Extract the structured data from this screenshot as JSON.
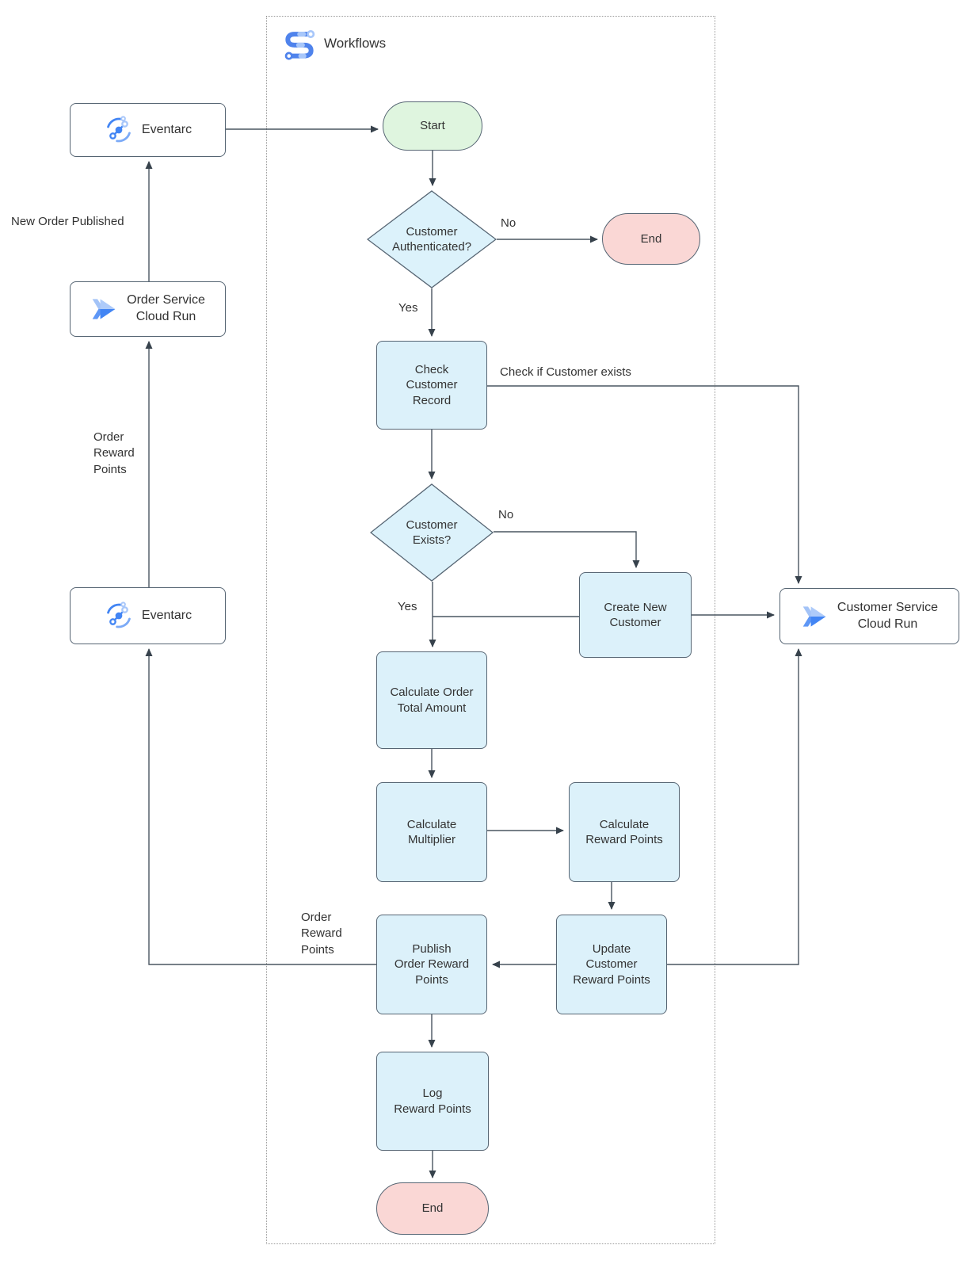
{
  "diagram": {
    "title": "Workflows",
    "title_icon": "workflows-icon",
    "nodes": {
      "eventarc_top": {
        "label": "Eventarc",
        "icon": "eventarc-icon"
      },
      "order_service": {
        "label": "Order Service\nCloud Run",
        "icon": "cloud-run-icon"
      },
      "eventarc_bottom": {
        "label": "Eventarc",
        "icon": "eventarc-icon"
      },
      "customer_service": {
        "label": "Customer Service\nCloud Run",
        "icon": "cloud-run-icon"
      },
      "start": {
        "label": "Start"
      },
      "customer_authenticated": {
        "label": "Customer\nAuthenticated?"
      },
      "end_top": {
        "label": "End"
      },
      "check_customer_record": {
        "label": "Check\nCustomer\nRecord"
      },
      "customer_exists": {
        "label": "Customer\nExists?"
      },
      "create_new_customer": {
        "label": "Create New\nCustomer"
      },
      "calculate_order_total": {
        "label": "Calculate Order\nTotal Amount"
      },
      "calculate_multiplier": {
        "label": "Calculate\nMultiplier"
      },
      "calculate_reward_points": {
        "label": "Calculate\nReward Points"
      },
      "update_customer_reward_points": {
        "label": "Update\nCustomer\nReward Points"
      },
      "publish_order_reward_points": {
        "label": "Publish\nOrder Reward\nPoints"
      },
      "log_reward_points": {
        "label": "Log\nReward Points"
      },
      "end_bottom": {
        "label": "End"
      }
    },
    "edge_labels": {
      "new_order_published": "New Order Published",
      "order_reward_points_left": "Order\nReward\nPoints",
      "order_reward_points_right": "Order\nReward\nPoints",
      "check_if_customer_exists": "Check if Customer exists",
      "no_auth": "No",
      "yes_auth": "Yes",
      "no_exists": "No",
      "yes_exists": "Yes"
    },
    "colors": {
      "process_fill": "#dcf1fa",
      "decision_fill": "#dcf2fb",
      "start_fill": "#dff5df",
      "end_fill": "#fad7d5",
      "service_fill": "#ffffff",
      "node_border": "#566573",
      "arrow": "#4a5661",
      "text": "#333333",
      "container_border": "#9a9a9a",
      "brand_blue": "#4285f4",
      "brand_light_blue": "#a8c7fa"
    }
  }
}
